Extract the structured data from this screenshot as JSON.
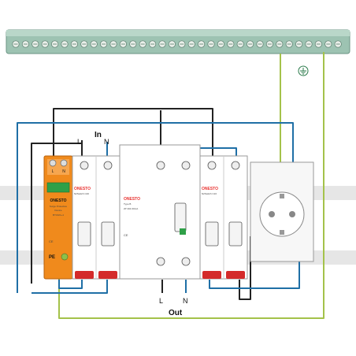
{
  "labels": {
    "in": "In",
    "out": "Out",
    "l_in": "L",
    "n_in": "N",
    "l_out": "L",
    "n_out": "N",
    "pe": "PE",
    "ground_symbol": "⏚"
  },
  "spd": {
    "brand": "ONESTO",
    "line1": "Surge Protective",
    "line2": "Device",
    "model": "BY1621+1",
    "terminal_l": "L",
    "terminal_n": "N"
  },
  "mcb_left": {
    "brand": "ONESTO",
    "model": "N2Switch C40"
  },
  "rcd": {
    "brand": "ONESTO",
    "type": "Type B",
    "rating": "2P 40A 30mA"
  },
  "mcb_right": {
    "brand": "ONESTO",
    "model": "N2Switch C16"
  },
  "colors": {
    "wire_blue": "#1f6fa6",
    "wire_black": "#222222",
    "wire_green_yellow": "#a4c24a",
    "spd_orange": "#f08a1c",
    "handle_red": "#d42a2a",
    "busbar": "#8fb8a8"
  },
  "icons": [
    "screw-icon",
    "ground-icon",
    "ce-mark-icon",
    "socket-icon"
  ]
}
